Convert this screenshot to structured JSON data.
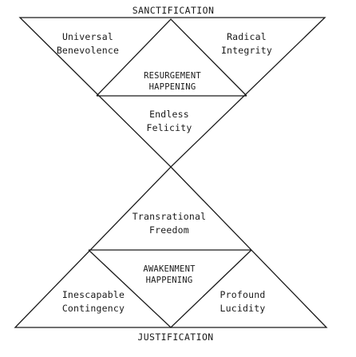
{
  "top_label": "SANCTIFICATION",
  "bottom_label": "JUSTIFICATION",
  "upper_triangle": {
    "left_corner": [
      "Universal",
      "Benevolence"
    ],
    "right_corner": [
      "Radical",
      "Integrity"
    ],
    "center": [
      "RESURGEMENT",
      "HAPPENING"
    ],
    "lower": [
      "Endless",
      "Felicity"
    ]
  },
  "lower_triangle": {
    "upper": [
      "Transrational",
      "Freedom"
    ],
    "center": [
      "AWAKENMENT",
      "HAPPENING"
    ],
    "left_corner": [
      "Inescapable",
      "Contingency"
    ],
    "right_corner": [
      "Profound",
      "Lucidity"
    ]
  }
}
